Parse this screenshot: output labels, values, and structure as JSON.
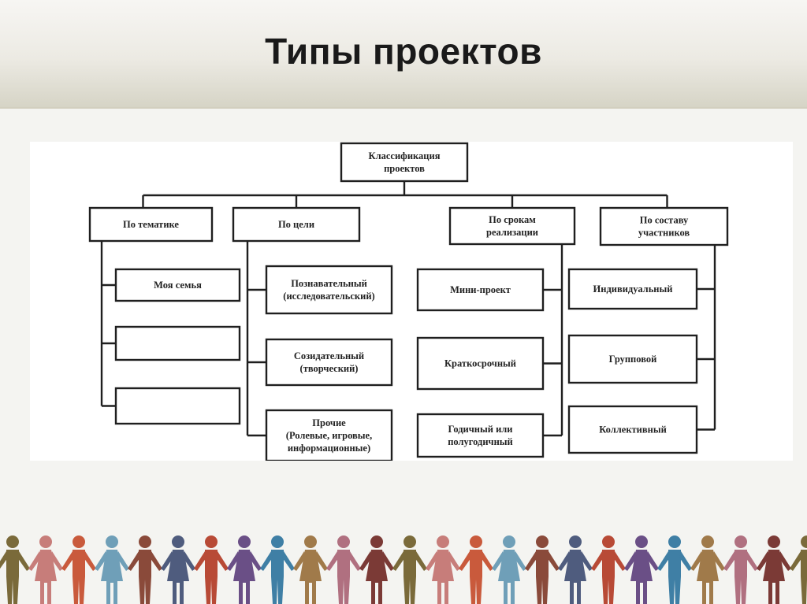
{
  "slide": {
    "title": "Типы проектов"
  },
  "diagram": {
    "root": {
      "lines": [
        "Классификация",
        "проектов"
      ]
    },
    "categories": [
      {
        "lines": [
          "По тематике"
        ],
        "items": [
          {
            "lines": [
              "Моя семья"
            ]
          },
          {
            "lines": []
          },
          {
            "lines": []
          }
        ]
      },
      {
        "lines": [
          "По цели"
        ],
        "items": [
          {
            "lines": [
              "Познавательный",
              "(исследовательский)"
            ]
          },
          {
            "lines": [
              "Созидательный",
              "(творческий)"
            ]
          },
          {
            "lines": [
              "Прочие",
              "(Ролевые, игровые,",
              "информационные)"
            ]
          }
        ]
      },
      {
        "lines": [
          "По срокам",
          "реализации"
        ],
        "items": [
          {
            "lines": [
              "Мини-проект"
            ]
          },
          {
            "lines": [
              "Краткосрочный"
            ]
          },
          {
            "lines": [
              "Годичный или",
              "полугодичный"
            ]
          }
        ]
      },
      {
        "lines": [
          "По составу",
          "участников"
        ],
        "items": [
          {
            "lines": [
              "Индивидуальный"
            ]
          },
          {
            "lines": [
              "Групповой"
            ]
          },
          {
            "lines": [
              "Коллективный"
            ]
          }
        ]
      }
    ]
  },
  "decoration": {
    "figure_colors": [
      "#7a6a3a",
      "#c77d7a",
      "#c95a3c",
      "#6f9fb8",
      "#8a4a3a",
      "#4f5c7e",
      "#b84a36",
      "#6a4f86",
      "#3f7fa5",
      "#a07a4a",
      "#b07080",
      "#7b3a36"
    ]
  }
}
